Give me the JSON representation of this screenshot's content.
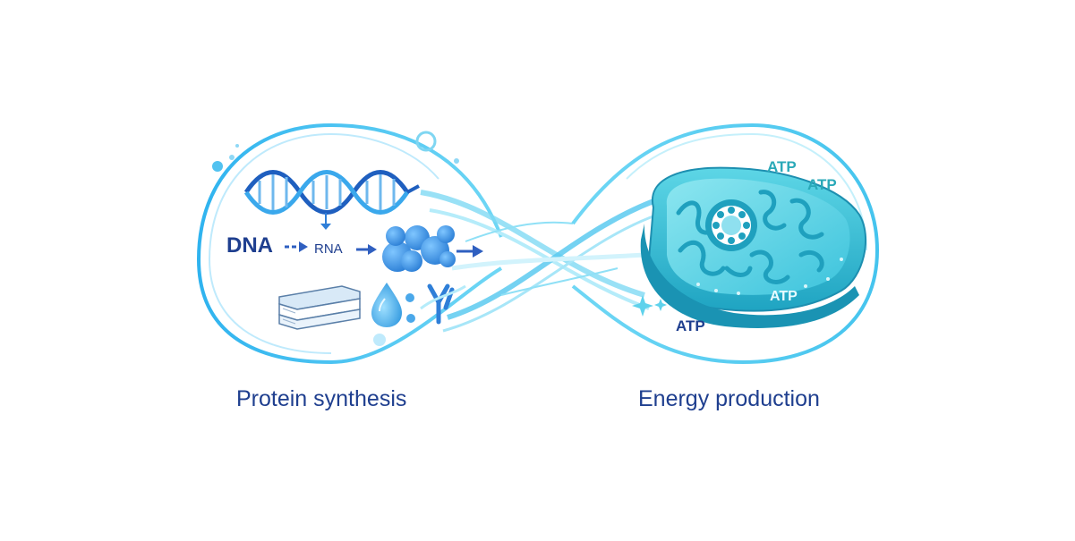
{
  "left_panel": {
    "dna_label": "DNA",
    "rna_label": "RNA",
    "caption": "Protein synthesis"
  },
  "right_panel": {
    "atp_labels": [
      "ATP",
      "ATP",
      "ATP",
      "ATP"
    ],
    "caption": "Energy production"
  },
  "colors": {
    "dark_blue": "#1f3f8f",
    "mid_blue": "#2f7fd8",
    "light_blue": "#2fb3ef",
    "cyan": "#47cdea",
    "teal": "#2aa9b8"
  }
}
